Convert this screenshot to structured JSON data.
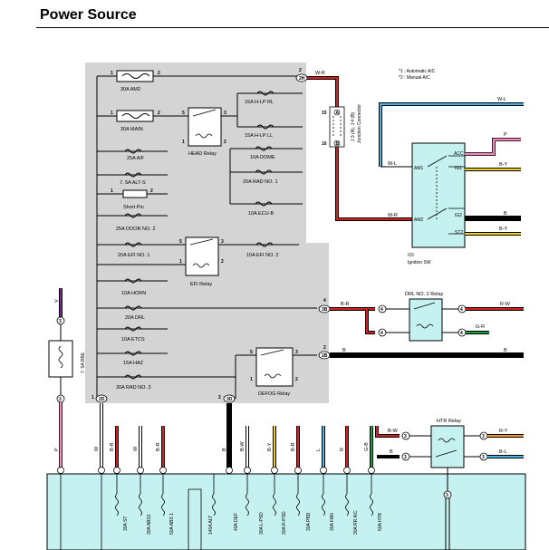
{
  "title": "Power Source",
  "notes": {
    "n1": "*1 : Automatic A/C",
    "n2": "*2 : Manual A/C"
  },
  "relay_block": {
    "fuses": {
      "am2": "30A AM2",
      "main": "30A MAIN",
      "hlp_rl": "15A H-LP RL",
      "hlp_ll": "15A H-LP LL",
      "af": "25A A/F",
      "dome": "10A DOME",
      "alts": "7. 5A ALT-S",
      "rad1": "20A RAD NO. 1",
      "ecub": "10A ECU-B",
      "door2": "25A DOOR NO. 2",
      "efi1": "20A EFI NO. 1",
      "efi2": "10A EFI NO. 2",
      "horn": "10A HORN",
      "drl": "20A DRL",
      "etcs": "10A ETCS",
      "haz": "15A HAZ",
      "rad3": "30A RAD NO. 3"
    },
    "short_pin": "Short Pin",
    "head_relay": "HEAD Relay",
    "efi_relay": "EFI Relay",
    "defog_relay": "DEFOG Relay"
  },
  "connectors": {
    "j3": "J 3 (A), J 4 (B)",
    "jc": "Junction Connector",
    "i15": "I15",
    "ign": "Ignition SW",
    "drl2": "DRL NO. 2 Relay",
    "htr": "HTR Relay",
    "rbe": "7. 5A RBE"
  },
  "ign_pins": {
    "acc": "ACC",
    "ig1": "IG1",
    "ig2": "IG2",
    "st2": "ST2",
    "am1": "AM1",
    "am2": "AM2"
  },
  "wires": {
    "wr": "W-R",
    "wl": "W-L",
    "p": "P",
    "by": "B-Y",
    "b": "B",
    "br": "B-R",
    "rw": "R-W",
    "gr": "G-R",
    "v": "V",
    "w": "W",
    "bw": "B-W",
    "bl": "B-L",
    "ry": "R-Y",
    "l": "L",
    "r": "R",
    "gb": "G-B"
  },
  "bottom_fuses": {
    "st": "30A ST",
    "abs2": "30A ABS2",
    "abs1": "50A ABS 1",
    "alt": "140A ALT",
    "def": "40A DEF",
    "lpsd": "30A L-PSD",
    "rpsd": "30A R-PSD",
    "pbd": "30A PBD",
    "fan": "30A FAN",
    "rdic": "30A RR A/C",
    "htrf": "50A HTR"
  },
  "colors": {
    "block": "#d4d4d4",
    "bottom_block": "#c5f1f1",
    "wire_red": "#d42020",
    "wire_pink": "#f088b8",
    "wire_blue": "#4ab6e6",
    "wire_yellow": "#f0d020",
    "wire_green": "#18a040",
    "wire_purple": "#7a2a88"
  }
}
